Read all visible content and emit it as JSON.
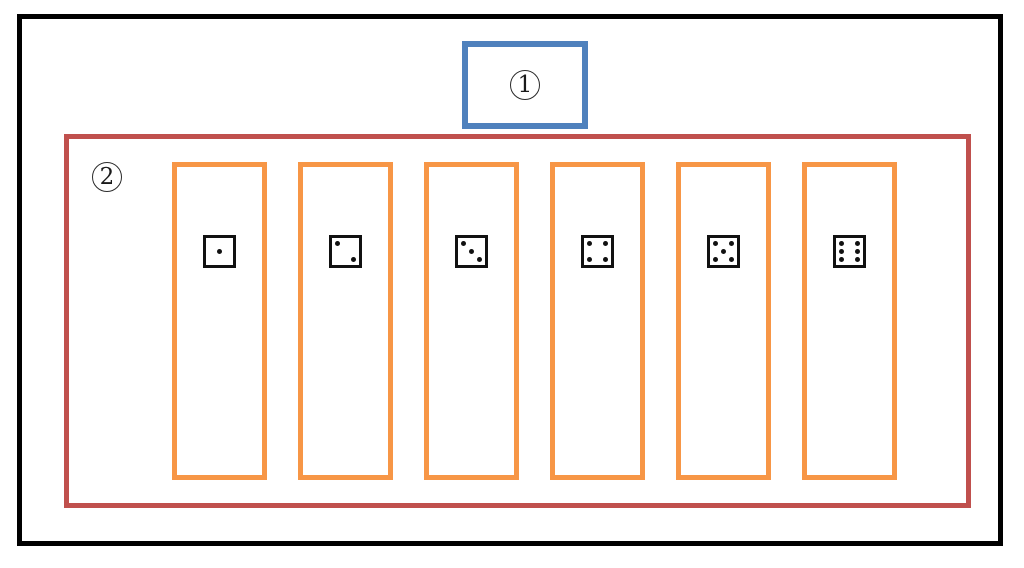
{
  "diagram": {
    "callouts": {
      "box1_label": "1",
      "box2_label": "2"
    },
    "colors": {
      "outer_frame_border": "#000000",
      "box1_border": "#4F81BD",
      "box2_border": "#C0504D",
      "column_border": "#F79646",
      "die_frame": "#111111",
      "background": "#ffffff"
    },
    "dice": {
      "count": 6,
      "values": [
        1,
        2,
        3,
        4,
        5,
        6
      ]
    }
  }
}
